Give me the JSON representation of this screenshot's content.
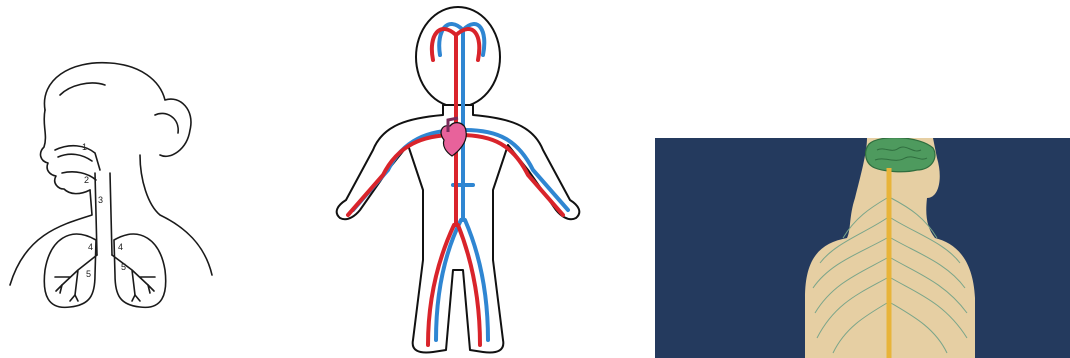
{
  "respiratory_diagram": {
    "labels": [
      "1",
      "2",
      "3",
      "4",
      "4",
      "5",
      "5"
    ],
    "line_color": "#1a1a1a"
  },
  "circulatory_diagram": {
    "artery_color": "#d9242b",
    "vein_color": "#2f86d2",
    "heart_color": "#e8629b",
    "outline_color": "#111111"
  },
  "nervous_diagram": {
    "background_color": "#243a5e",
    "skin_color": "#e6cfa3",
    "brain_color": "#4e9a5e",
    "spine_color": "#e8b43a",
    "nerve_color": "#7aa58a"
  }
}
